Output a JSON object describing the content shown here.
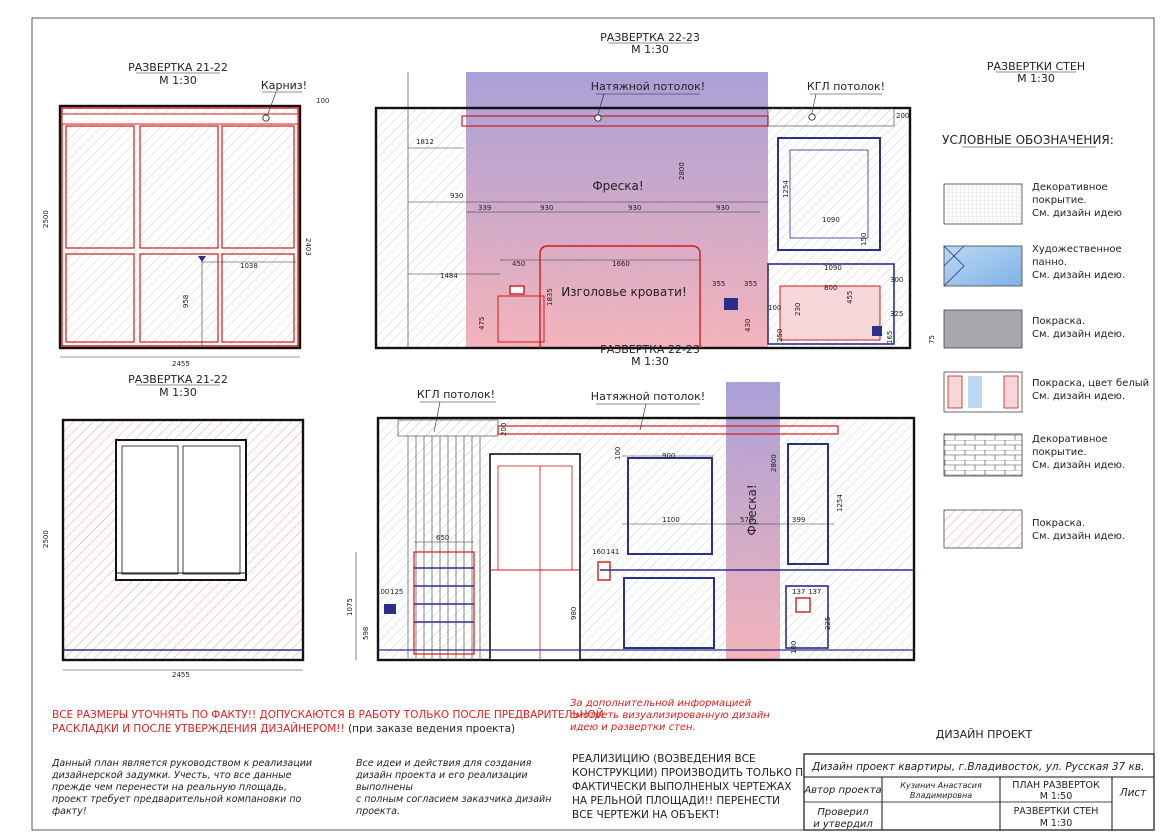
{
  "views": {
    "r21a": {
      "title": "РАЗВЕРТКА 21-22",
      "scale": "М 1:30",
      "note": "Карниз!",
      "width": "2455",
      "height": "2500",
      "d2403": "2403",
      "d1038": "1038",
      "d958": "958",
      "d100": "100"
    },
    "r21b": {
      "title": "РАЗВЕРТКА 21-22",
      "scale": "М 1:30",
      "width": "2455",
      "height": "2500"
    },
    "r2223a": {
      "title": "РАЗВЕРТКА 22-23",
      "scale": "М 1:30",
      "notes": [
        "Натяжной потолок!",
        "КГЛ потолок!",
        "Фреска!",
        "Изголовье кровати!"
      ],
      "dims": [
        "1812",
        "930",
        "339",
        "930",
        "930",
        "930",
        "2800",
        "1660",
        "450",
        "1484",
        "1835",
        "475",
        "355",
        "355",
        "430",
        "1090",
        "1254",
        "800",
        "455",
        "300",
        "325",
        "100",
        "250",
        "75",
        "230",
        "200",
        "150",
        "165",
        "1090"
      ]
    },
    "r2223b": {
      "title": "РАЗВЕРТКА 22-23",
      "scale": "М 1:30",
      "notes": [
        "КГЛ потолок!",
        "Натяжной потолок!",
        "Фреска!"
      ],
      "dims": [
        "900",
        "1100",
        "570",
        "399",
        "650",
        "1254",
        "2800",
        "1075",
        "598",
        "980",
        "160",
        "141",
        "100",
        "125",
        "137",
        "137",
        "200",
        "225",
        "100",
        "180"
      ]
    }
  },
  "header": {
    "title": "РАЗВЕРТКИ СТЕН",
    "scale": "М 1:30"
  },
  "legend": {
    "title": "УСЛОВНЫЕ ОБОЗНАЧЕНИЯ:",
    "items": [
      {
        "lines": [
          "Декоративное",
          "покрытие.",
          "См. дизайн идею"
        ]
      },
      {
        "lines": [
          "Художественное",
          "панно.",
          "См. дизайн идею."
        ]
      },
      {
        "lines": [
          "Покраска.",
          "См. дизайн идею."
        ]
      },
      {
        "lines": [
          "Покраска, цвет белый",
          "См. дизайн идею."
        ]
      },
      {
        "lines": [
          "Декоративное",
          "покрытие.",
          "См. дизайн идею."
        ]
      },
      {
        "lines": [
          "Покраска.",
          "См. дизайн идею."
        ]
      }
    ]
  },
  "notes": {
    "warning_line1": "ВСЕ РАЗМЕРЫ УТОЧНЯТЬ ПО ФАКТУ!! ДОПУСКАЮТСЯ В РАБОТУ ТОЛЬКО ПОСЛЕ ПРЕДВАРИТЕЛЬНОЙ",
    "warning_line2_red": "РАСКЛАДКИ И ПОСЛЕ УТВЕРЖДЕНИЯ ДИЗАЙНЕРОМ!!",
    "warning_line2_black": " (при заказе ведения проекта)",
    "info": [
      "За дополнительной информацией",
      "смотреть визуализированную дизайн",
      "идею и развертки стен."
    ],
    "guide": [
      "Данный план является руководством к реализации",
      "дизайнерской задумки. Учесть, что все данные",
      "прежде чем  перенести на реальную площадь,",
      "проект требует предварительной компановки по",
      "факту!"
    ],
    "ideas": [
      "Все идеи и действия для создания",
      "дизайн проекта и его реализации",
      "выполнены",
      "с полным согласием заказчика дизайн",
      "проекта."
    ],
    "realization": [
      "РЕАЛИЗИЦИЮ (ВОЗВЕДЕНИЯ ВСЕ",
      "КОНСТРУКЦИИ) ПРОИЗВОДИТЬ ТОЛЬКО ПО",
      "ФАКТИЧЕСКИ ВЫПОЛНЕНЫХ ЧЕРТЕЖАХ",
      "НА РЕЛЬНОЙ ПЛОЩАДИ!! ПЕРЕНЕСТИ",
      "ВСЕ ЧЕРТЕЖИ НА ОБЪЕКТ!"
    ]
  },
  "titleblock": {
    "design": "ДИЗАЙН ПРОЕКТ",
    "project": "Дизайн проект квартиры, г.Владивосток, ул. Русская 37 кв.",
    "author_label": "Автор проекта",
    "author_name": [
      "Кузинич Анастасия",
      "Владимировна"
    ],
    "check_label": [
      "Проверил",
      "и утвердил"
    ],
    "plan": [
      "ПЛАН РАЗВЕРТОК",
      "М 1:50"
    ],
    "walls": [
      "РАЗВЕРТКИ СТЕН",
      "М 1:30"
    ],
    "sheet": "Лист"
  },
  "colors": {
    "wall": "#111111",
    "red": "#d41a1a",
    "blue": "#2a2f8a",
    "fresco_top": "#9b8fd0",
    "fresco_bottom": "#f3a7b0"
  }
}
